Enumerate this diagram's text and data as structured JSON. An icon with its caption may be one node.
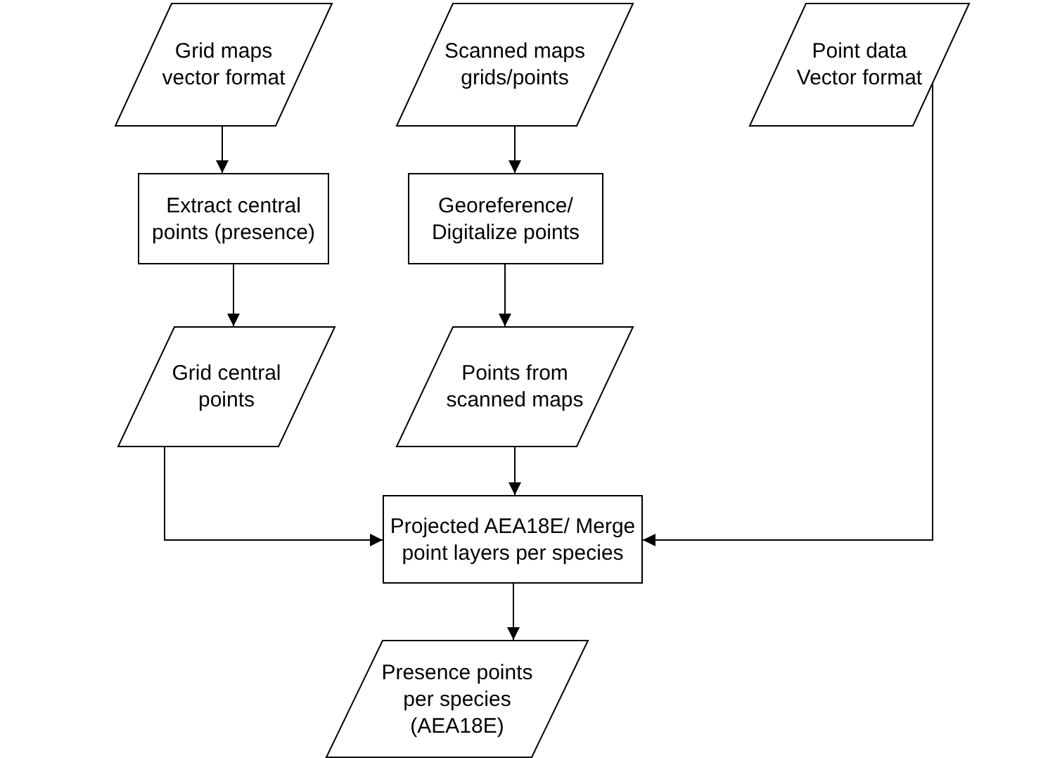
{
  "diagram": {
    "nodes": [
      {
        "text": [
          "Grid maps vector format"
        ]
      },
      {
        "text": [
          "Scanned maps grids/points"
        ]
      },
      {
        "text": [
          "Point data Vector format"
        ]
      },
      {
        "text": [
          "Extract central points (presence)"
        ]
      },
      {
        "text": [
          "Georeference/ Digitalize points"
        ]
      },
      {
        "text": [
          "Grid central points"
        ]
      },
      {
        "text": [
          "Points from scanned maps"
        ]
      },
      {
        "text": [
          "Projected AEA18E/ Merge point layers per species"
        ]
      },
      {
        "text": [
          "Presence points per species (AEA18E)"
        ]
      }
    ],
    "edges": [
      {
        "from": 0,
        "to": 3,
        "arrow": "to"
      },
      {
        "from": 1,
        "to": 4,
        "arrow": "to"
      },
      {
        "from": 3,
        "to": 5,
        "arrow": "to"
      },
      {
        "from": 4,
        "to": 6,
        "arrow": "to"
      },
      {
        "from": 5,
        "to": 7,
        "arrow": "to"
      },
      {
        "from": 6,
        "to": 7,
        "arrow": "to"
      },
      {
        "from": 2,
        "to": 7,
        "arrow": "to"
      },
      {
        "from": 7,
        "to": 8,
        "arrow": "to"
      }
    ]
  }
}
